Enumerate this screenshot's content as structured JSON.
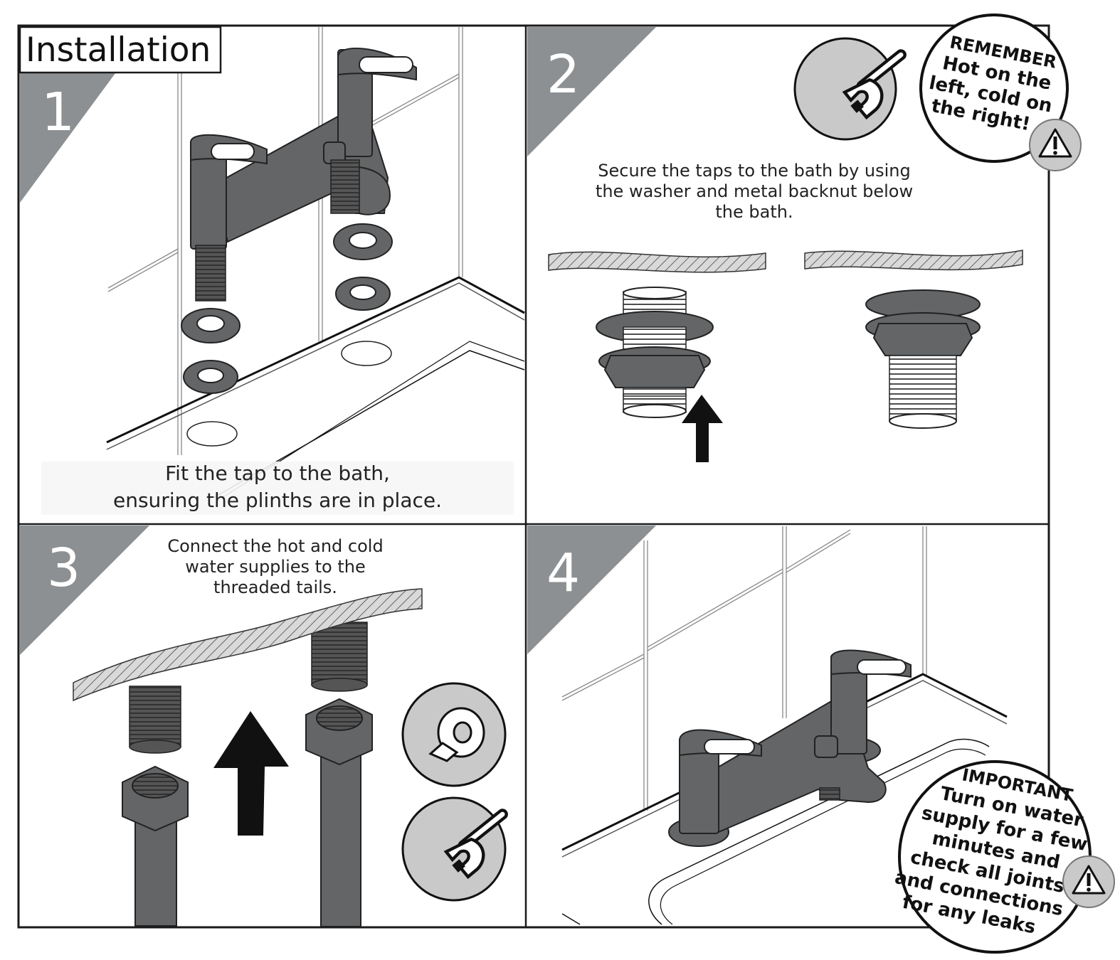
{
  "title": "Installation",
  "colors": {
    "panel_corner": "#8d9092",
    "tap_body": "#636567",
    "outline": "#1a1a1a",
    "hatch_fill": "#d4d4d4",
    "warn_fill": "#c9c9c9",
    "arrow": "#111111"
  },
  "steps": [
    {
      "number": "1",
      "lines": [
        "Fit the tap to the bath,",
        "ensuring the plinths are in place."
      ]
    },
    {
      "number": "2",
      "lines": [
        "Secure the taps to the bath by using",
        "the washer and metal backnut below",
        "the bath."
      ]
    },
    {
      "number": "3",
      "lines": [
        "Connect the hot and cold",
        "water supplies to the",
        "threaded tails."
      ]
    },
    {
      "number": "4",
      "lines": []
    }
  ],
  "remember_badge": {
    "lines": [
      "REMEMBER",
      "Hot on the",
      "left, cold on",
      "the right!"
    ],
    "icon": "warning-icon"
  },
  "important_badge": {
    "lines": [
      "IMPORTANT",
      "Turn on water",
      "supply for a few",
      "minutes and",
      "check all joints",
      "and connections",
      "for any leaks"
    ],
    "icon": "warning-icon"
  },
  "tool_icons": [
    "wrench-icon",
    "ptfe-tape-icon",
    "wrench-icon"
  ]
}
